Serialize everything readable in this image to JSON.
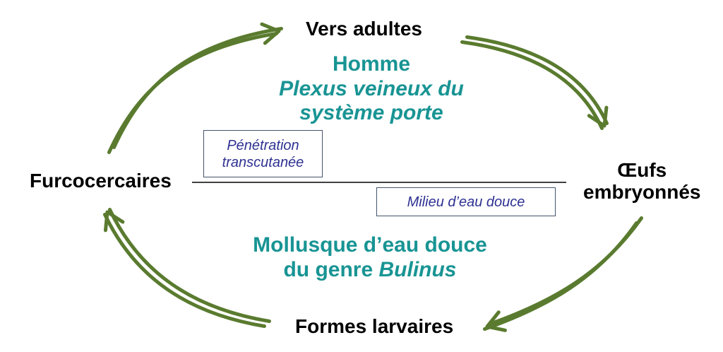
{
  "colors": {
    "arrow": "#5a7b2f",
    "host_text": "#199494",
    "note_text": "#2e3192",
    "divider": "#000000"
  },
  "stages": {
    "top": "Vers adultes",
    "right_line1": "Œufs",
    "right_line2": "embryonnés",
    "bottom": "Formes larvaires",
    "left": "Furcocercaires"
  },
  "definitive_host": {
    "line1": "Homme",
    "line2": "Plexus veineux du",
    "line3": "système porte"
  },
  "intermediate_host": {
    "line1": "Mollusque d’eau douce",
    "line2_prefix": "du genre ",
    "line2_genus": "Bulinus"
  },
  "notes": {
    "penetration_line1": "Pénétration",
    "penetration_line2": "transcutanée",
    "environment": "Milieu d’eau douce"
  },
  "icons": {
    "cycle_arrows": "double-line-curved-arrow"
  }
}
